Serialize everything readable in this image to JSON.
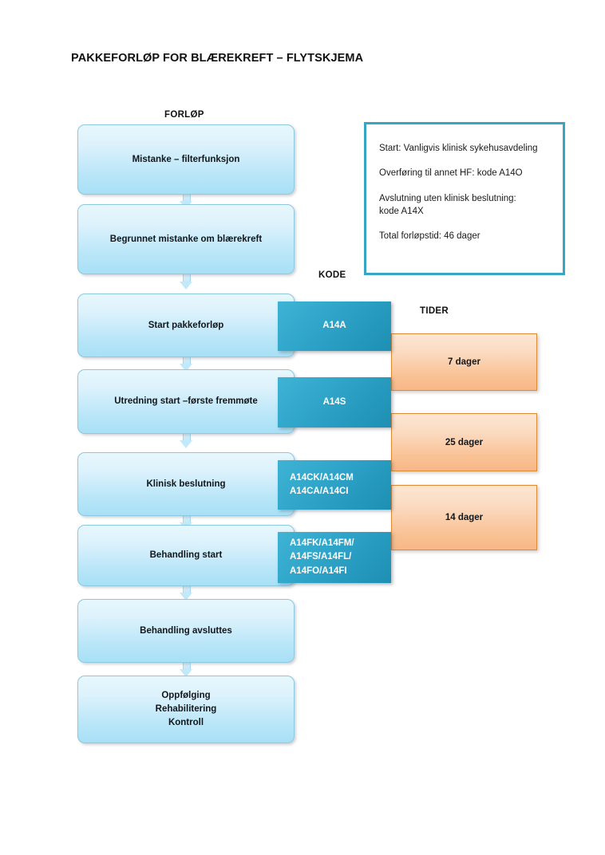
{
  "title": "PAKKEFORLØP FOR BLÆREKREFT – FLYTSKJEMA",
  "column_headers": {
    "forlop": "FORLØP",
    "kode": "KODE",
    "tider": "TIDER"
  },
  "flow_steps": [
    {
      "label": "Mistanke – filterfunksjon"
    },
    {
      "label": "Begrunnet mistanke om blærekreft"
    },
    {
      "label": "Start pakkeforløp"
    },
    {
      "label": "Utredning start –første fremmøte"
    },
    {
      "label": "Klinisk beslutning"
    },
    {
      "label": "Behandling start"
    },
    {
      "label": "Behandling avsluttes"
    },
    {
      "label": "Oppfølging\nRehabilitering\nKontroll"
    }
  ],
  "codes": [
    {
      "label": "A14A"
    },
    {
      "label": "A14S"
    },
    {
      "label": "A14CK/A14CM\nA14CA/A14CI"
    },
    {
      "label": "A14FK/A14FM/\nA14FS/A14FL/\nA14FO/A14FI"
    }
  ],
  "times": [
    {
      "label": "7 dager"
    },
    {
      "label": "25 dager"
    },
    {
      "label": "14 dager"
    }
  ],
  "info_box": {
    "lines": [
      "Start: Vanligvis klinisk sykehusavdeling",
      "Overføring til annet HF: kode A14O",
      "Avslutning uten klinisk beslutning:\nkode A14X",
      "Total forløpstid: 46 dager"
    ]
  },
  "colors": {
    "flow_box_light": "#e7f7fd",
    "flow_box_dark": "#a8e0f6",
    "flow_box_border": "#8ec7e0",
    "code_box_light": "#3fb3d4",
    "code_box_dark": "#1d8fb3",
    "time_box_light": "#fde6d3",
    "time_box_dark": "#f8b787",
    "time_box_border": "#e08a36",
    "info_box_border": "#35a6c6",
    "text": "#12171c"
  }
}
